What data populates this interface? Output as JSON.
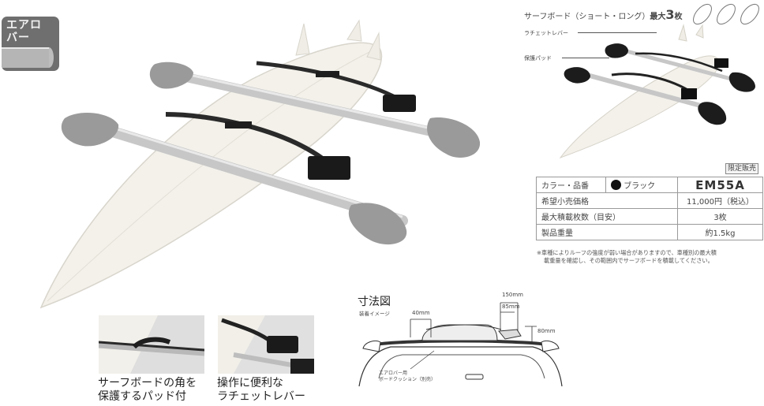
{
  "badge": {
    "line1": "エアロ",
    "line2": "バー"
  },
  "inset": {
    "title_prefix": "サーフボード（ショート・ロング）",
    "title_max_label": "最大",
    "title_max_num": "3",
    "title_max_unit": "枚",
    "label_ratchet": "ラチェットレバー",
    "label_pad": "保護パッド"
  },
  "limited_label": "限定販売",
  "spec_table": {
    "rows": [
      {
        "label": "カラー・品番",
        "color_name": "ブラック",
        "value": "EM55A"
      },
      {
        "label": "希望小売価格",
        "value": "11,000円（税込）"
      },
      {
        "label": "最大積載枚数（目安）",
        "value": "3枚"
      },
      {
        "label": "製品重量",
        "value": "約1.5kg"
      }
    ]
  },
  "note": {
    "line1": "※車種によりルーフの強度が弱い場合がありますので、車種別の最大積",
    "line2": "載重量を確認し、その範囲内でサーフボードを積載してください。"
  },
  "captions": {
    "pad_line1": "サーフボードの角を",
    "pad_line2": "保護するパッド付",
    "lever_line1": "操作に便利な",
    "lever_line2": "ラチェットレバー"
  },
  "dimension": {
    "title": "寸法図",
    "subtitle": "装着イメージ",
    "d40": "40mm",
    "d150": "150mm",
    "d85": "85mm",
    "d80": "80mm",
    "cushion_line1": "エアロバー用",
    "cushion_line2": "ボードクッション（別売）"
  },
  "colors": {
    "swatch": "#111111",
    "bar": "#c7c7c7",
    "board": "#f3f1ea",
    "pad": "#9a9a9a"
  }
}
